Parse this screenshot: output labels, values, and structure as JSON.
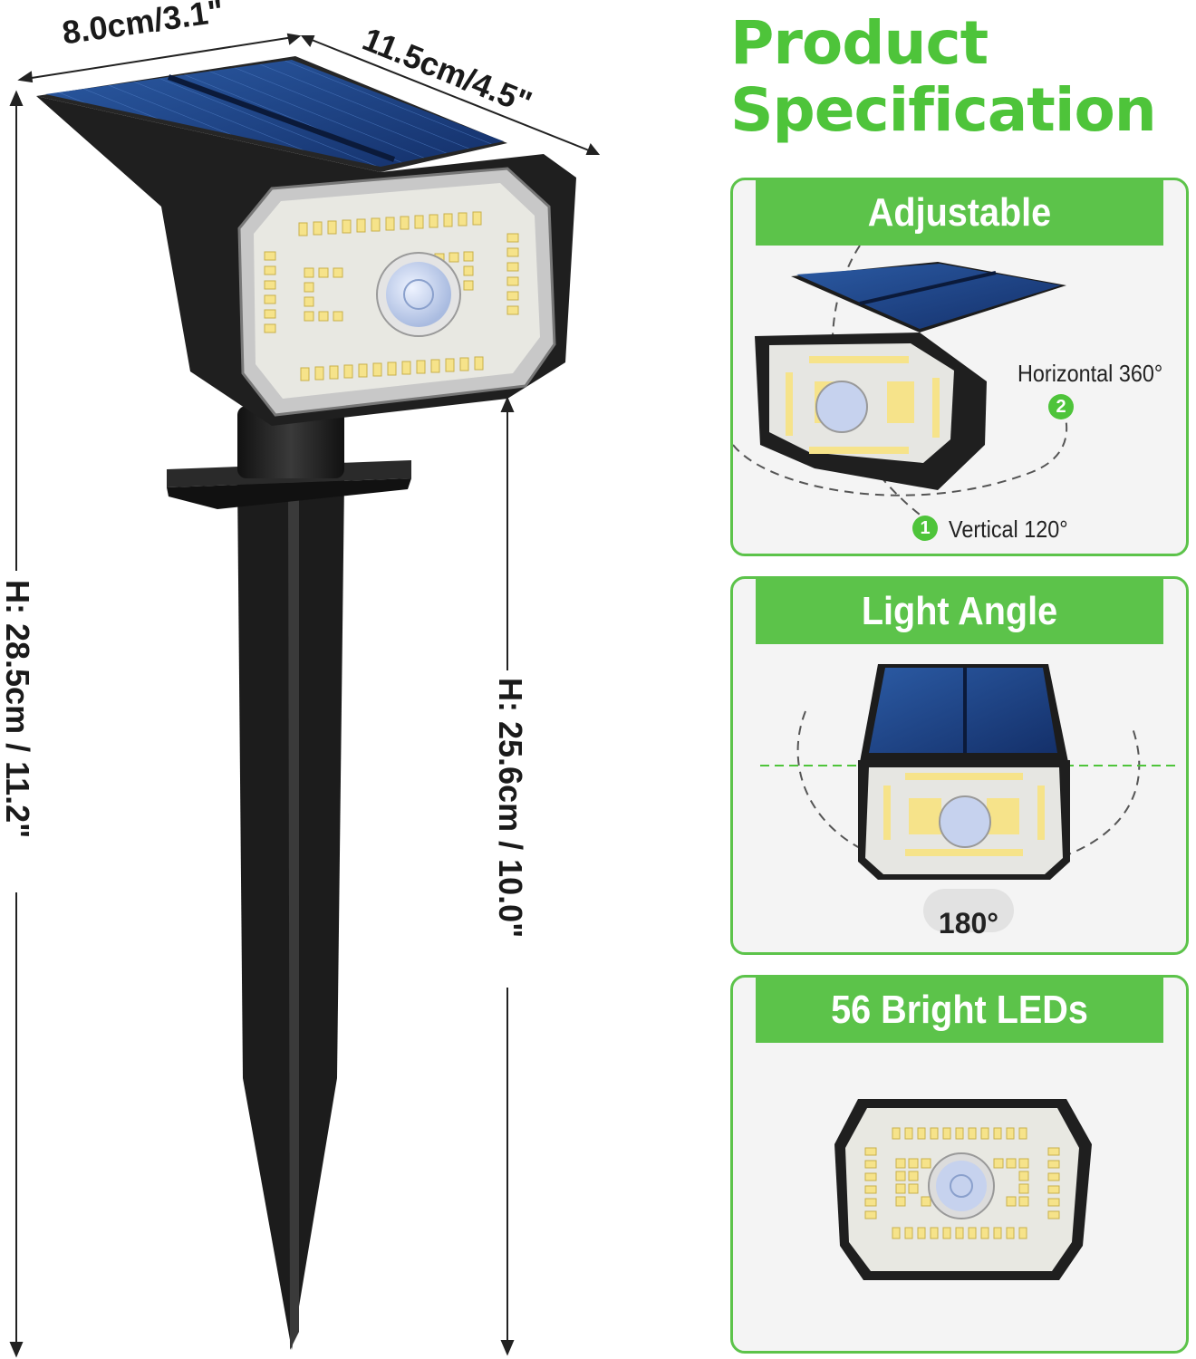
{
  "title": {
    "line1": "Product",
    "line2": "Specification"
  },
  "dimensions": {
    "width": "8.0cm/3.1\"",
    "depth": "11.5cm/4.5\"",
    "total_height": "H: 28.5cm / 11.2\"",
    "stake_height": "H: 25.6cm / 10.0\""
  },
  "panels": {
    "adjustable": {
      "heading": "Adjustable",
      "horizontal_label": "Horizontal 360°",
      "horizontal_badge": "2",
      "vertical_label": "Vertical 120°",
      "vertical_badge": "1"
    },
    "light_angle": {
      "heading": "Light Angle",
      "angle_label": "180°"
    },
    "leds": {
      "heading": "56 Bright LEDs"
    }
  },
  "colors": {
    "accent_green": "#5cc34a",
    "title_green": "#4ec43a",
    "solar_blue": "#1d3f7a",
    "housing_black": "#1e1e1e"
  }
}
